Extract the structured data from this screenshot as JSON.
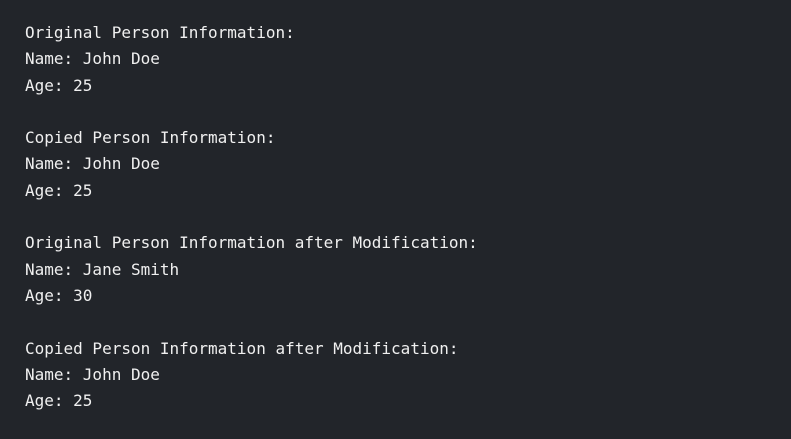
{
  "theme": {
    "background": "#22252a",
    "text_color": "#f0f0f0"
  },
  "output": {
    "blocks": [
      {
        "heading": "Original Person Information:",
        "name_line": "Name: John Doe",
        "age_line": "Age: 25"
      },
      {
        "heading": "Copied Person Information:",
        "name_line": "Name: John Doe",
        "age_line": "Age: 25"
      },
      {
        "heading": "Original Person Information after Modification:",
        "name_line": "Name: Jane Smith",
        "age_line": "Age: 30"
      },
      {
        "heading": "Copied Person Information after Modification:",
        "name_line": "Name: John Doe",
        "age_line": "Age: 25"
      }
    ]
  }
}
